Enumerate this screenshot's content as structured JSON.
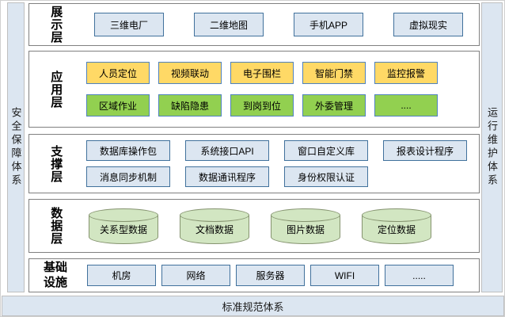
{
  "frame": {
    "left_rail": "安全保障体系",
    "right_rail": "运行维护体系",
    "bottom_rail": "标准规范体系"
  },
  "layers": [
    {
      "label": "展示层",
      "rows": [
        [
          "三维电厂",
          "二维地图",
          "手机APP",
          "虚拟现实"
        ]
      ]
    },
    {
      "label": "应用层",
      "rows": [
        [
          "人员定位",
          "视频联动",
          "电子围栏",
          "智能门禁",
          "监控报警"
        ],
        [
          "区域作业",
          "缺陷隐患",
          "到岗到位",
          "外委管理",
          "...."
        ]
      ]
    },
    {
      "label": "支撑层",
      "rows": [
        [
          "数据库操作包",
          "系统接口API",
          "窗口自定义库",
          "报表设计程序"
        ],
        [
          "消息同步机制",
          "数据通讯程序",
          "身份权限认证"
        ]
      ]
    },
    {
      "label": "数据层",
      "cylinders": [
        "关系型数据",
        "文档数据",
        "图片数据",
        "定位数据"
      ]
    },
    {
      "label": "基础设施",
      "rows": [
        [
          "机房",
          "网络",
          "服务器",
          "WIFI",
          "....."
        ]
      ]
    }
  ],
  "colors": {
    "rail_fill": "#dce6f1",
    "layer_border": "#808080",
    "box_blue_fill": "#dce6f1",
    "box_blue_border": "#41719c",
    "box_yellow_fill": "#ffd966",
    "box_green_fill": "#92d050",
    "cylinder_fill": "#d2e6c2"
  }
}
